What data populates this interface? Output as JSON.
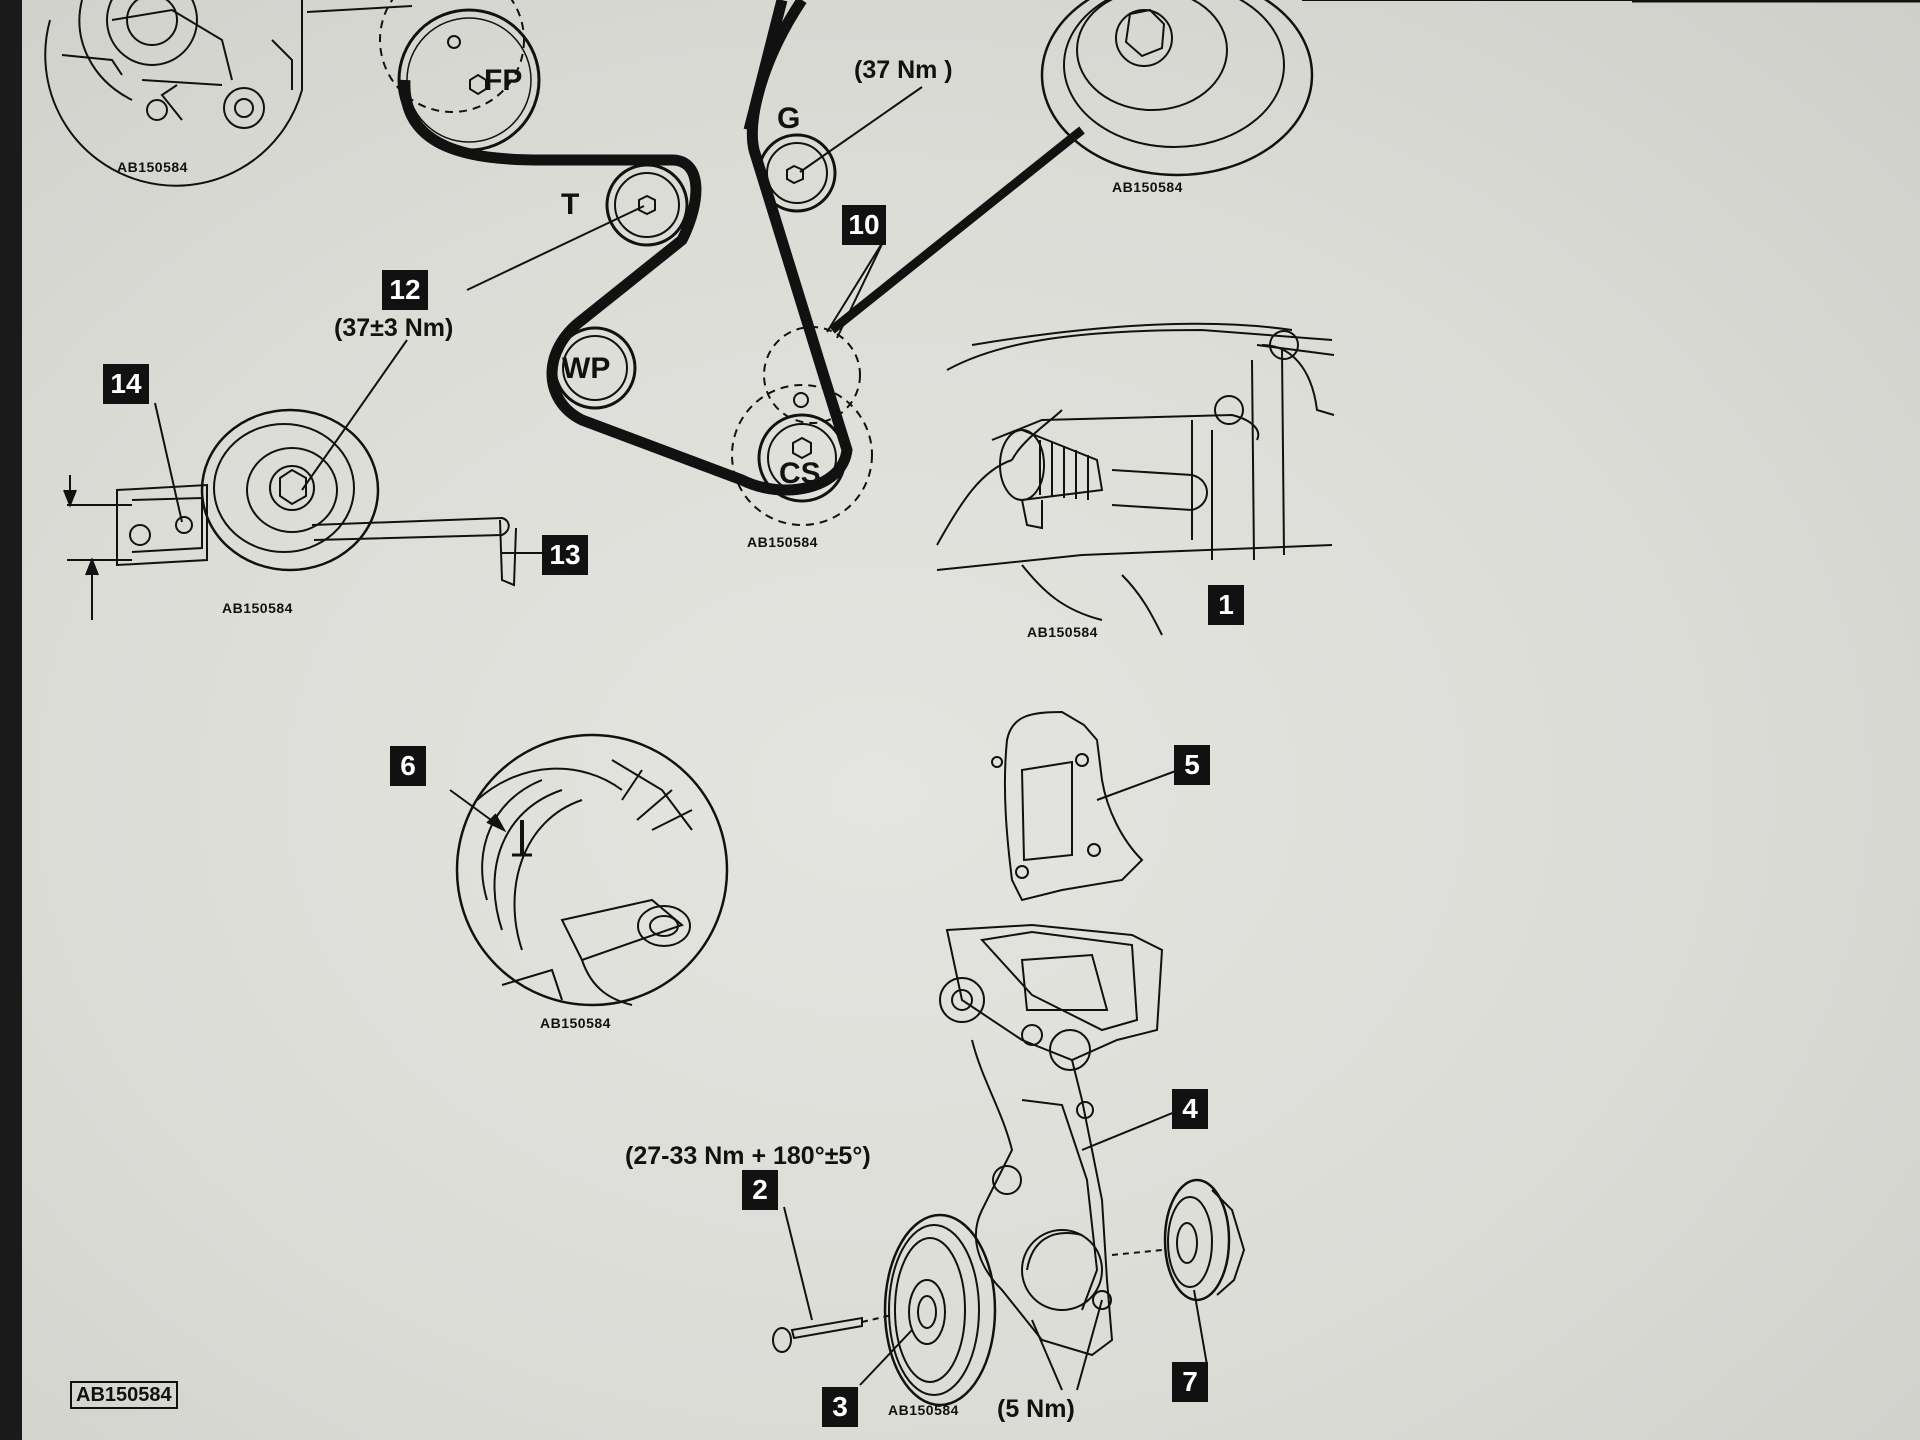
{
  "figure_ref": "AB150584",
  "sub_figure_refs": {
    "topleft_inset": "AB150584",
    "belt_layout": "AB150584",
    "upper_pulley": "AB150584",
    "tensioner_detail": "AB150584",
    "locking_tool": "AB150584",
    "timing_mark": "AB150584",
    "crank_assembly": "AB150584"
  },
  "callouts": {
    "c1": "1",
    "c2": "2",
    "c3": "3",
    "c4": "4",
    "c5": "5",
    "c6": "6",
    "c7": "7",
    "c10": "10",
    "c12": "12",
    "c13": "13",
    "c14": "14"
  },
  "component_labels": {
    "fuel_pump": "FP",
    "tensioner": "T",
    "water_pump": "WP",
    "idler": "G",
    "crankshaft": "CS"
  },
  "torque_values": {
    "idler": "(37 Nm )",
    "tensioner": "(37±3 Nm)",
    "crank_bolt": "(27-33 Nm + 180°±5°)",
    "cover_bolts": "(5 Nm)"
  },
  "colors": {
    "line": "#111111",
    "background": "#dcdcd7",
    "bezel": "#1a1a1a"
  }
}
